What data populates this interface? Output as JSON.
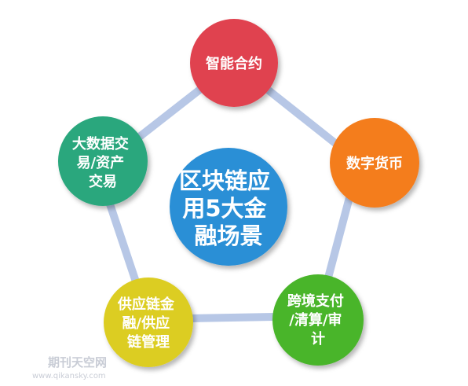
{
  "diagram": {
    "center": {
      "lines": [
        "区块链应",
        "用5大金",
        "融场景"
      ],
      "color": "#2b8fd6"
    },
    "nodes": [
      {
        "id": "smart-contract",
        "lines": [
          "智能合约"
        ],
        "color": "#e0434f"
      },
      {
        "id": "digital-currency",
        "lines": [
          "数字货币"
        ],
        "color": "#f47d1e"
      },
      {
        "id": "cross-border",
        "lines": [
          "跨境支付",
          "/清算/审",
          "计"
        ],
        "color": "#4ab52a"
      },
      {
        "id": "supply-chain",
        "lines": [
          "供应链金",
          "融/供应",
          "链管理"
        ],
        "color": "#dccd22"
      },
      {
        "id": "big-data",
        "lines": [
          "大数据交",
          "易/资产",
          "交易"
        ],
        "color": "#2aa77d"
      }
    ],
    "ring_color": "#b7c7e6"
  },
  "watermark": {
    "title": "期刊天空网",
    "url": "www.qikansky.com"
  }
}
